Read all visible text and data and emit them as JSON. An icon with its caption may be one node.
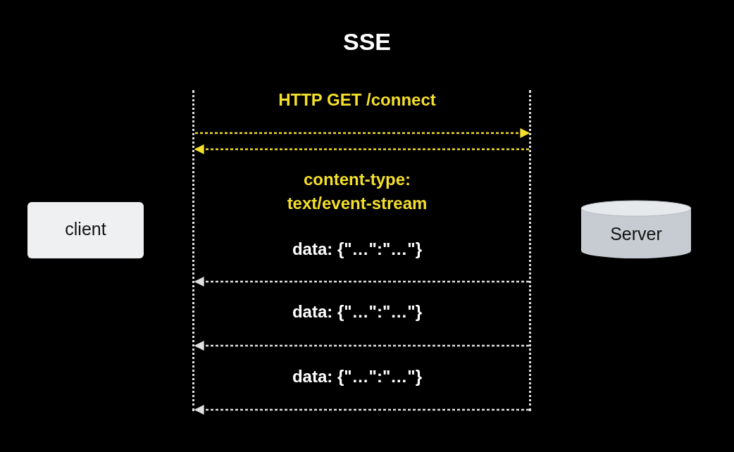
{
  "diagram": {
    "title": "SSE",
    "nodes": [
      {
        "text": [
          "client"
        ]
      },
      {
        "text": [],
        "shape": "bar"
      },
      {
        "text": [],
        "shape": "bar"
      },
      {
        "text": [
          "Server"
        ]
      }
    ],
    "edges": [
      {
        "from": 1,
        "to": 2,
        "arrow": "to",
        "label": "HTTP GET /connect",
        "style": "dashed",
        "color": "#f4df2c"
      },
      {
        "from": 2,
        "to": 1,
        "arrow": "to",
        "label": "content-type: text/event-stream",
        "style": "dashed",
        "color": "#f4df2c"
      },
      {
        "from": 2,
        "to": 1,
        "arrow": "to",
        "label": "data: {\"…\":\"…\"}",
        "style": "dashed"
      },
      {
        "from": 2,
        "to": 1,
        "arrow": "to",
        "label": "data: {\"…\":\"…\"}",
        "style": "dashed"
      },
      {
        "from": 2,
        "to": 1,
        "arrow": "to",
        "label": "data: {\"…\":\"…\"}",
        "style": "dashed"
      }
    ]
  }
}
